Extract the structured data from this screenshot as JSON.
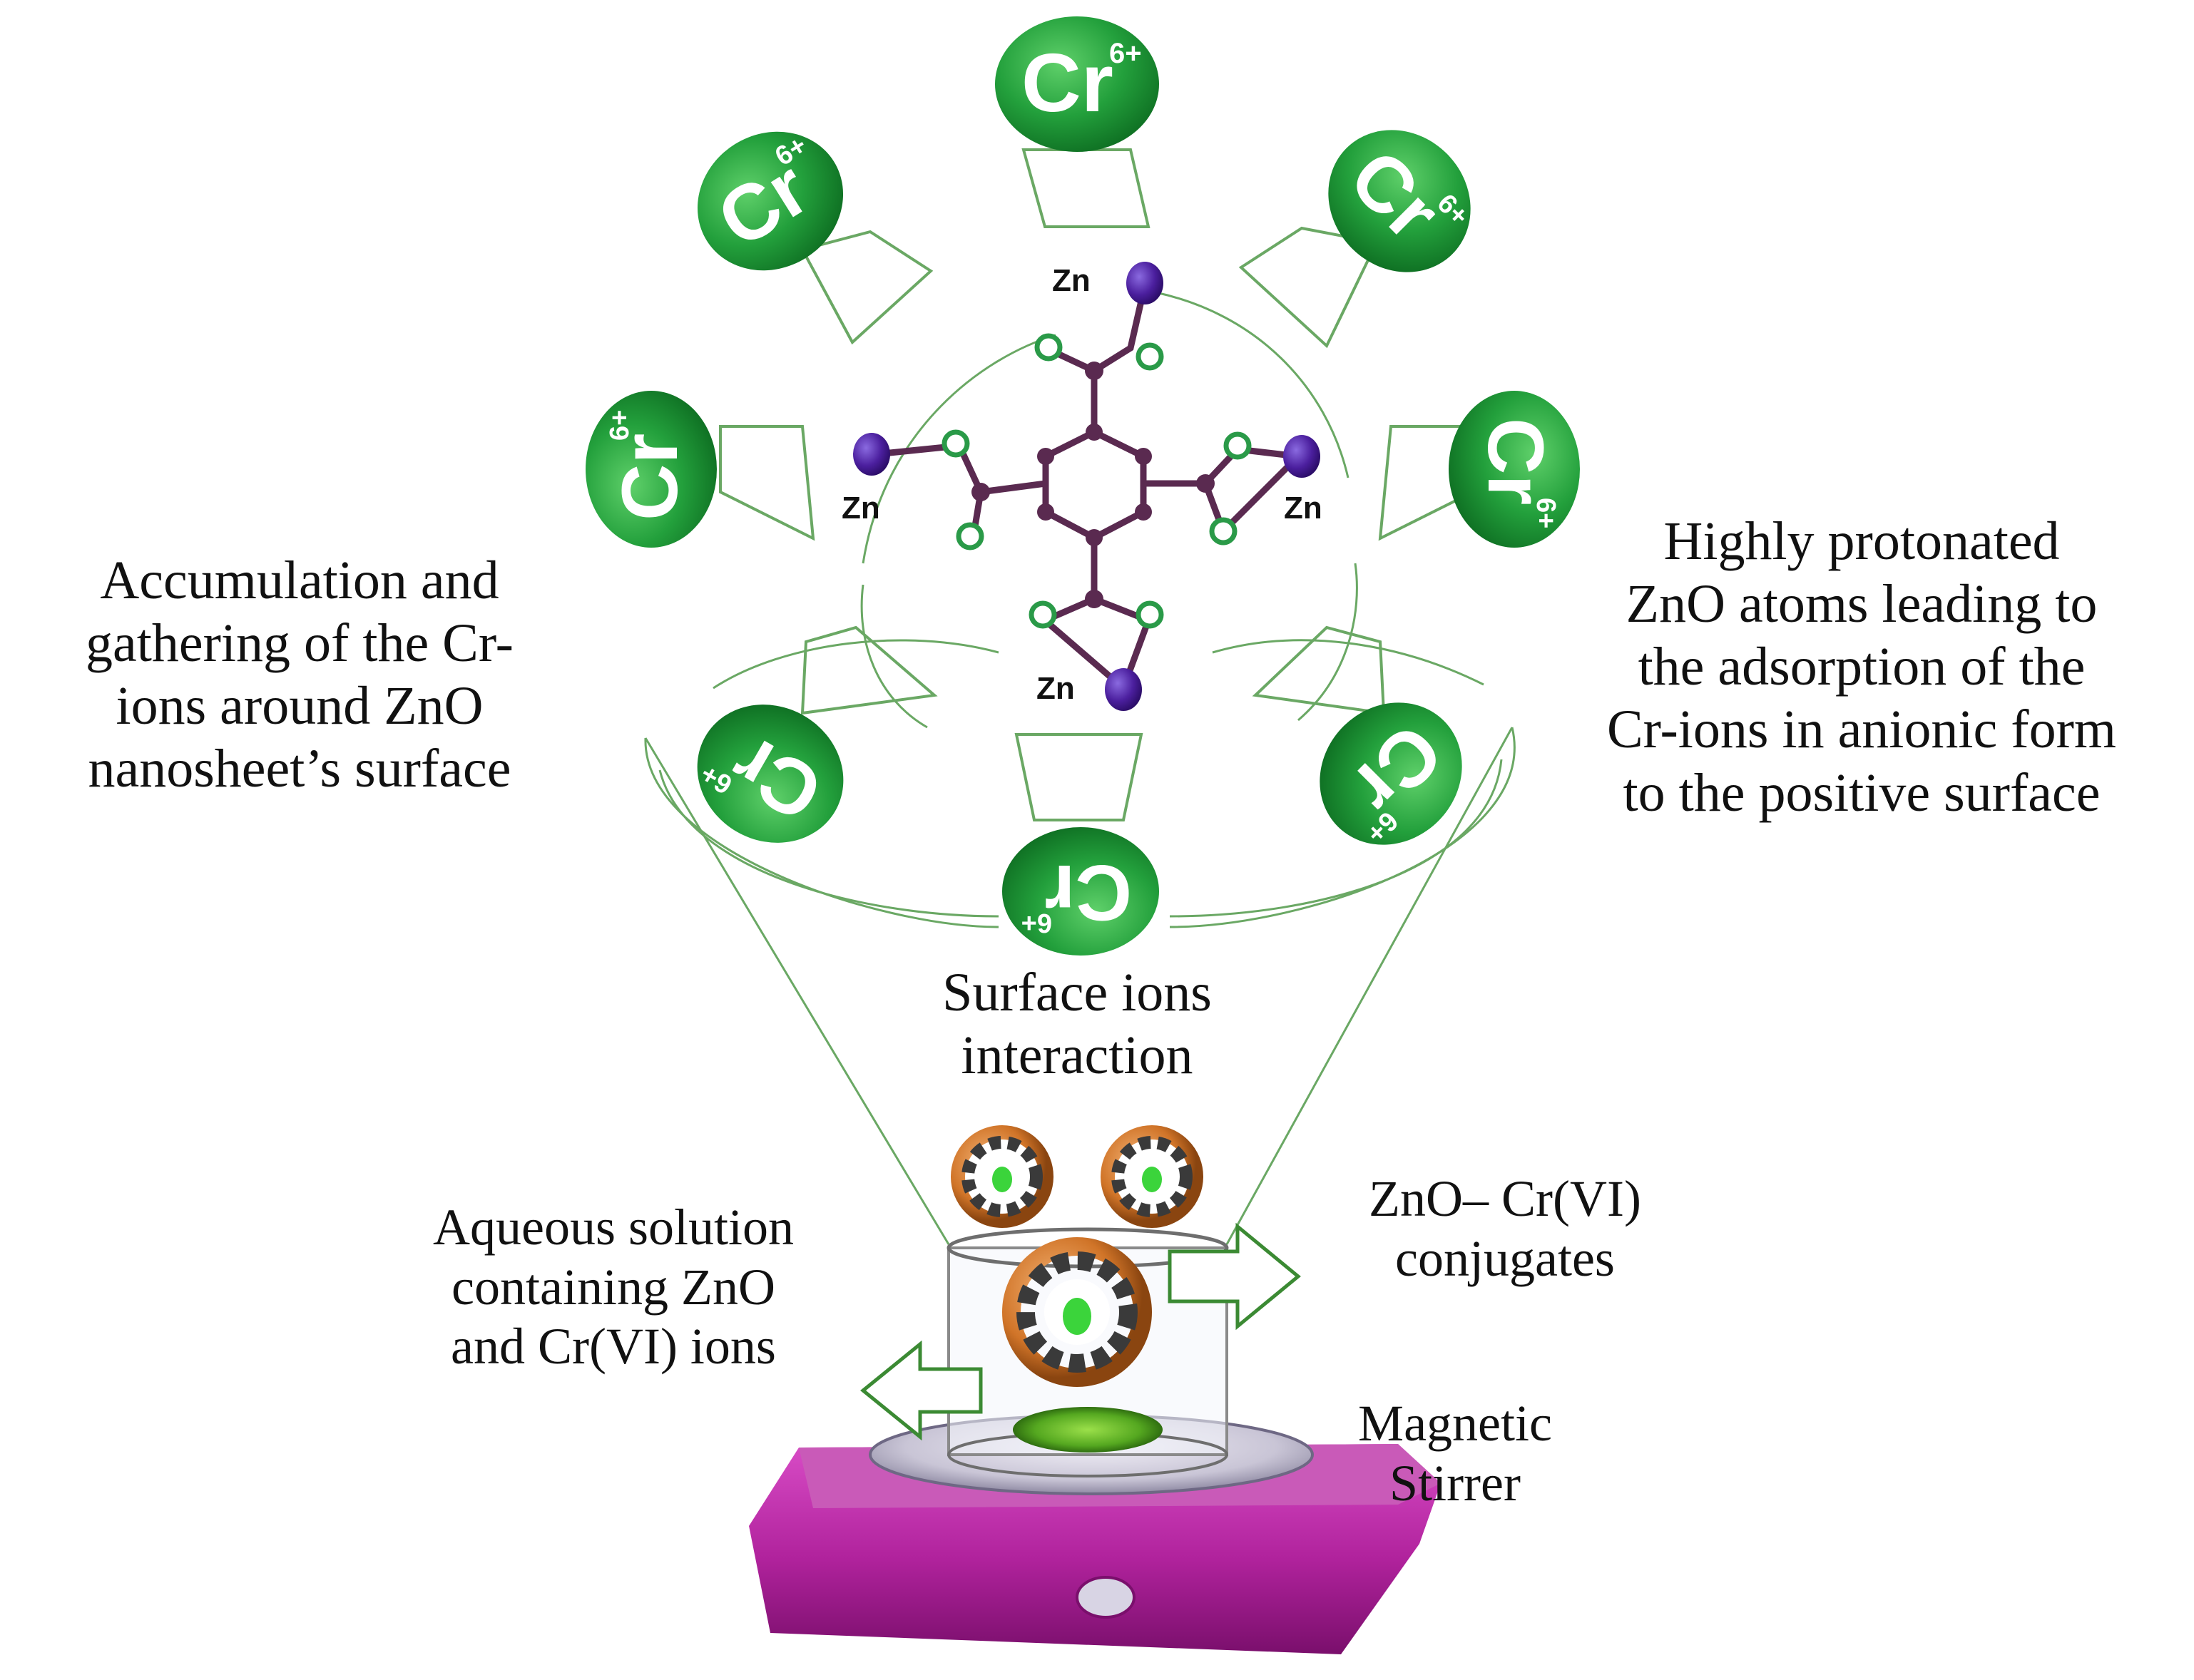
{
  "colors": {
    "ion_green": "#23a03c",
    "ion_green_dark": "#0e6e22",
    "line_green": "#5a9a56",
    "zn_purple": "#4b1f9e",
    "bond": "#5a2a50",
    "stirrer_magenta": "#b0229c",
    "plate_silver": "#c9c5d6",
    "arrow_green": "#3b8a33"
  },
  "captions": {
    "left": [
      "Accumulation and",
      "gathering of the Cr-",
      "ions around ZnO",
      "nanosheet’s surface"
    ],
    "right": [
      "Highly protonated",
      "ZnO atoms leading to",
      "the adsorption of the",
      "Cr-ions in anionic form",
      "to the positive surface"
    ],
    "center": [
      "Surface ions",
      "interaction"
    ],
    "solution": [
      "Aqueous solution",
      "containing ZnO",
      "and Cr(VI) ions"
    ],
    "conjugates": [
      "ZnO– Cr(VI)",
      "conjugates"
    ],
    "stirrer": [
      "Magnetic",
      "Stirrer"
    ]
  },
  "ion": {
    "symbol": "Cr",
    "charge": "6+"
  },
  "zn_label": "Zn",
  "icons": {
    "ion": "cr-ion-icon",
    "zn_atom": "zn-atom-icon",
    "oxygen_atom": "oxygen-atom-icon",
    "nanocluster": "zno-nanocluster-icon",
    "beaker": "beaker-icon",
    "stirrer": "magnetic-stirrer-icon",
    "arrow": "arrow-icon"
  }
}
